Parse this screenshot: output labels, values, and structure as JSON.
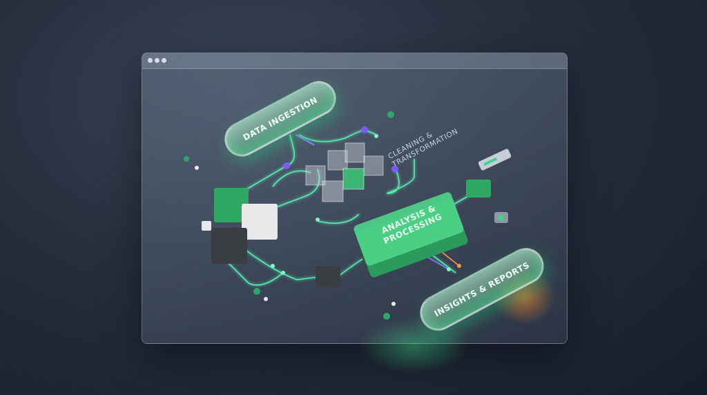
{
  "window": {
    "controls": [
      "dot",
      "dot",
      "dot"
    ]
  },
  "stages": {
    "ingestion": "DATA INGESTION",
    "cleaning_line1": "CLEANING &",
    "cleaning_line2": "TRANSFORMATION",
    "analysis_line1": "ANALYSIS &",
    "analysis_line2": "PROCESSING",
    "insights": "INSIGHTS & REPORTS"
  },
  "colors": {
    "accent_green": "#3fd68a",
    "node_purple": "#7b5cff",
    "node_orange": "#ff9a3c",
    "cube_dark": "#3a3d42",
    "cube_white": "#e6e8ea"
  }
}
